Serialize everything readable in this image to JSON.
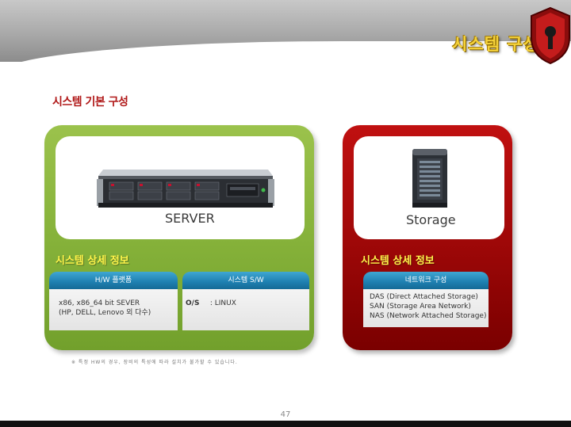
{
  "header": {
    "title": "시스템 구성"
  },
  "section": {
    "title": "시스템 기본 구성"
  },
  "server": {
    "label": "SERVER",
    "detail_title": "시스템 상세 정보",
    "hw": {
      "tab": "H/W 플랫폼",
      "lines": [
        "x86, x86_64 bit SEVER",
        "(HP, DELL, Lenovo 외 다수)"
      ]
    },
    "sw": {
      "tab": "시스템 S/W",
      "os_key": "O/S",
      "os_value": ": LINUX"
    }
  },
  "storage": {
    "label": "Storage",
    "detail_title": "시스템 상세 정보",
    "net": {
      "tab": "네트워크 구성",
      "lines": [
        "DAS (Direct Attached Storage)",
        "SAN (Storage Area Network)",
        "NAS (Network Attached Storage)"
      ]
    }
  },
  "footnote": "※ 특정 HW의 경우, 장비의 특성에 따라 설치가 불가할 수 있습니다.",
  "page_number": "47",
  "colors": {
    "green_panel": "#86b23a",
    "red_panel": "#a00808",
    "tab_blue": "#1e7fb0",
    "title_yellow": "#f5d23a",
    "section_red": "#b01818"
  },
  "icons": {
    "header": "shield-keyhole-icon",
    "server": "rack-server-icon",
    "storage": "storage-tower-icon"
  }
}
